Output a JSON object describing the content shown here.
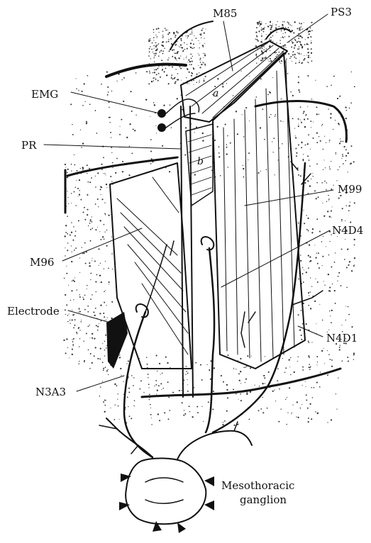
{
  "figure": {
    "labels": {
      "m85": "M85",
      "ps3": "PS3",
      "emg": "EMG",
      "a": "a",
      "pr": "PR",
      "b": "b",
      "m99": "M99",
      "m96": "M96",
      "n4d4": "N4D4",
      "electrode": "Electrode",
      "n4d1": "N4D1",
      "n3a3": "N3A3",
      "ganglion_line1": "Mesothoracic",
      "ganglion_line2": "ganglion"
    }
  }
}
